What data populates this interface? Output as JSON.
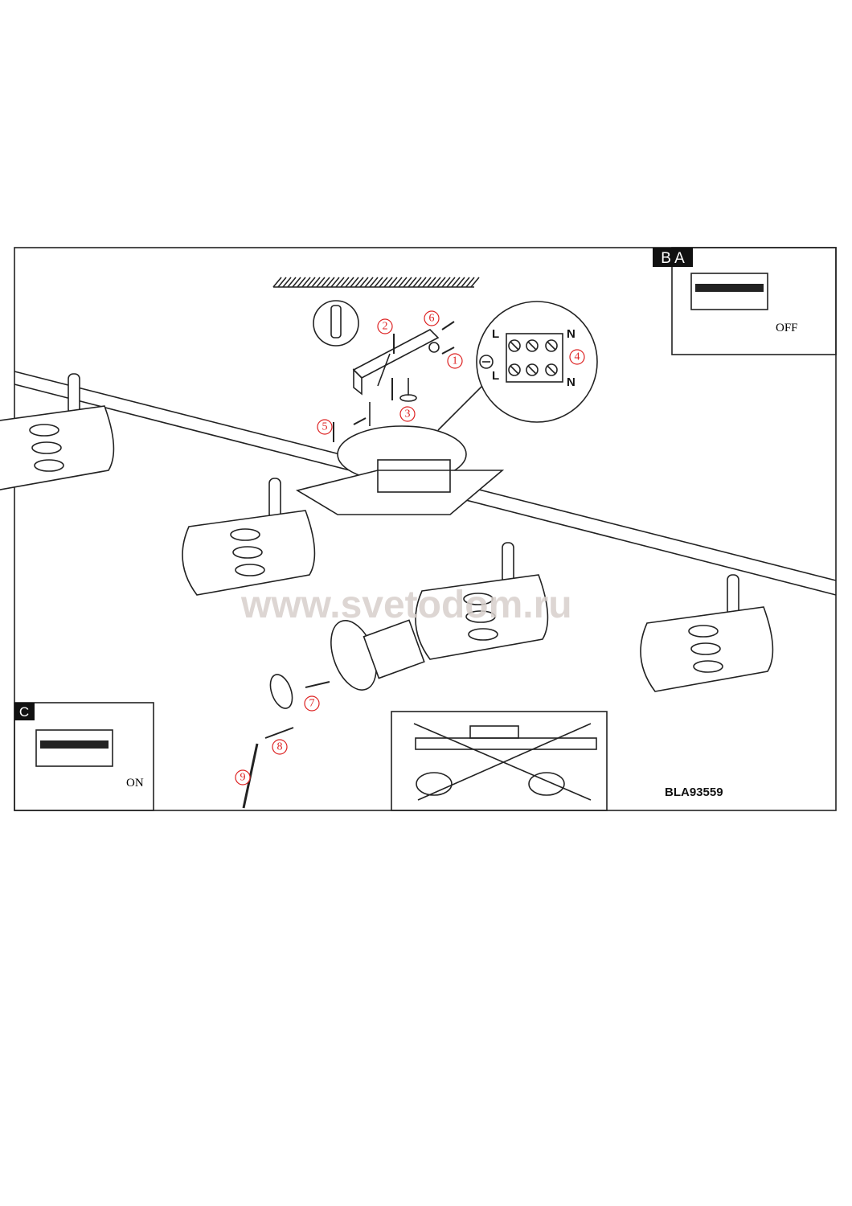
{
  "panels": {
    "switch_off": {
      "badge": "B A",
      "label": "OFF"
    },
    "switch_on": {
      "badge": "C",
      "label": "ON"
    }
  },
  "steps": [
    "1",
    "2",
    "3",
    "4",
    "5",
    "6",
    "7",
    "8",
    "9"
  ],
  "wiring": {
    "left_top": "L",
    "right_top": "N",
    "left_bottom": "L",
    "right_bottom": "N"
  },
  "watermark": "www.svetodom.ru",
  "model_code": "BLA93559",
  "colors": {
    "step_marker": "#dd2222",
    "watermark": "#d8d0cc"
  }
}
